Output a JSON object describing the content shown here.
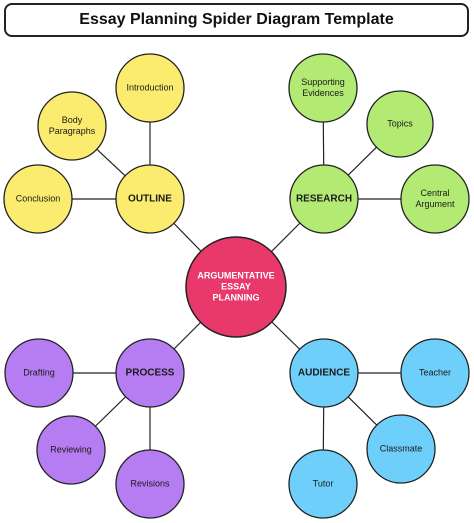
{
  "title": "Essay Planning Spider Diagram Template",
  "colors": {
    "yellow": "#fbeb6e",
    "green": "#b2ea74",
    "purple": "#b67df2",
    "blue": "#6ed0fa",
    "center": "#e8396a",
    "outline": "#222222"
  },
  "center": {
    "lines": [
      "ARGUMENTATIVE",
      "ESSAY",
      "PLANNING"
    ]
  },
  "branches": {
    "outline": {
      "label": "OUTLINE",
      "leaves": {
        "introduction": [
          "Introduction"
        ],
        "body": [
          "Body",
          "Paragraphs"
        ],
        "conclusion": [
          "Conclusion"
        ]
      }
    },
    "research": {
      "label": "RESEARCH",
      "leaves": {
        "supporting": [
          "Supporting",
          "Evidences"
        ],
        "topics": [
          "Topics"
        ],
        "central": [
          "Central",
          "Argument"
        ]
      }
    },
    "process": {
      "label": "PROCESS",
      "leaves": {
        "drafting": [
          "Drafting"
        ],
        "reviewing": [
          "Reviewing"
        ],
        "revisions": [
          "Revisions"
        ]
      }
    },
    "audience": {
      "label": "AUDIENCE",
      "leaves": {
        "teacher": [
          "Teacher"
        ],
        "classmate": [
          "Classmate"
        ],
        "tutor": [
          "Tutor"
        ]
      }
    }
  }
}
